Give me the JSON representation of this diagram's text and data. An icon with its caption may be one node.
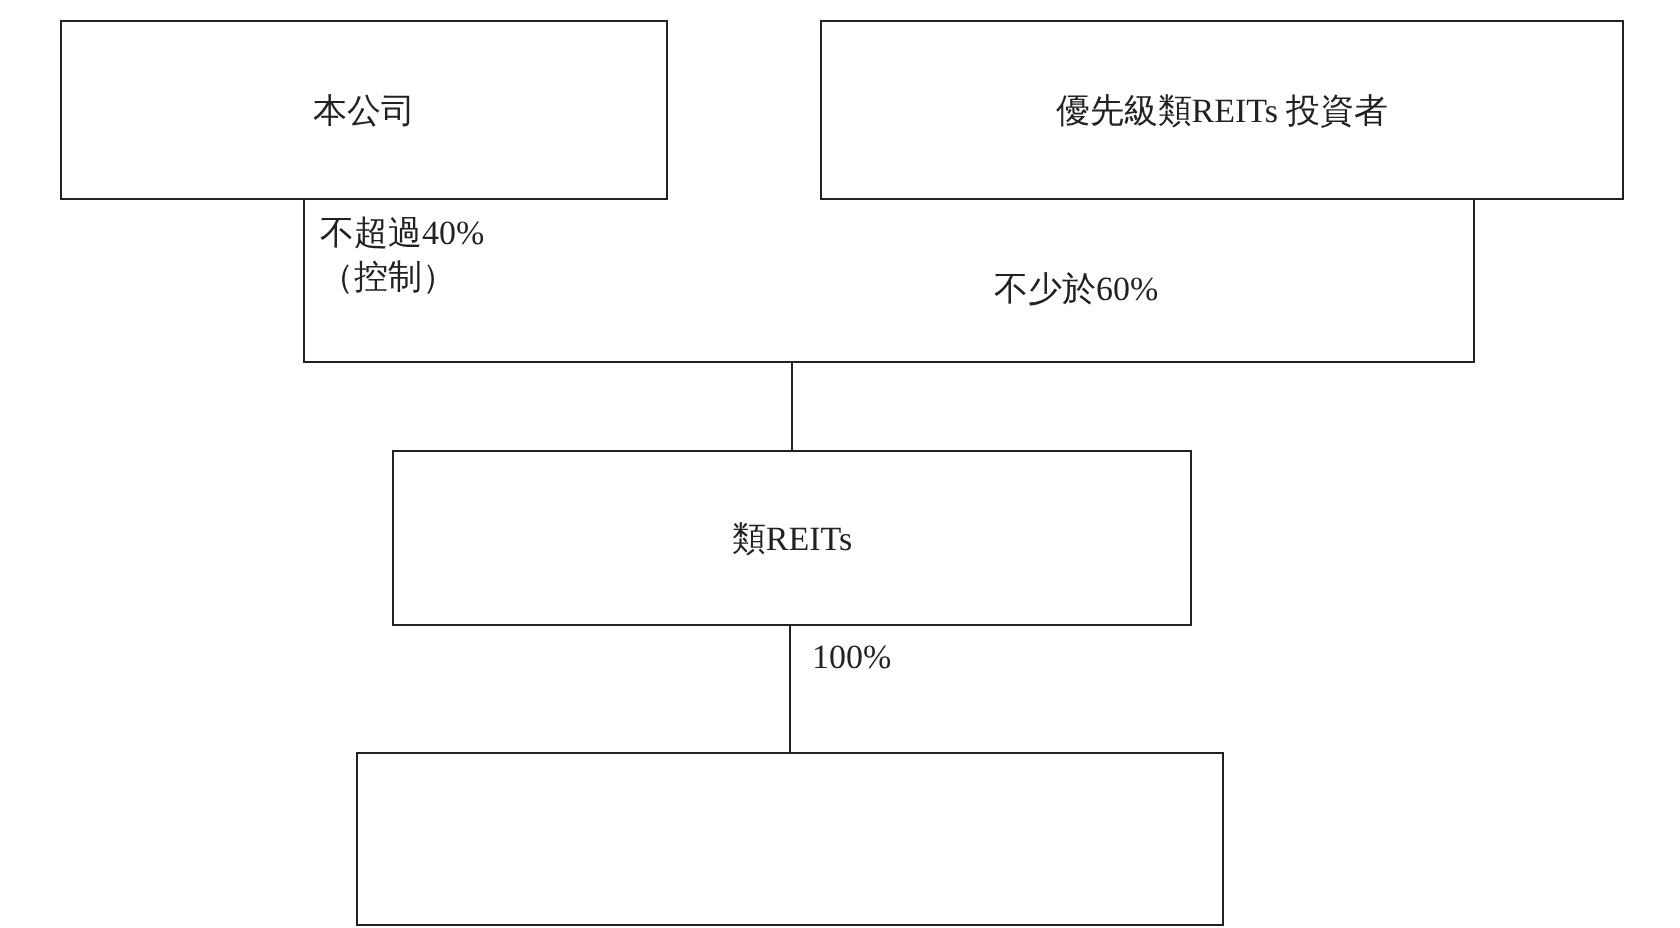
{
  "diagram": {
    "nodes": [
      {
        "text": [
          "本公司"
        ]
      },
      {
        "text": [
          "優先級類REITs 投資者"
        ]
      },
      {
        "text": [
          "類REITs"
        ]
      },
      {
        "text": [],
        "shape": "box"
      }
    ],
    "edges": [
      {
        "from": 0,
        "to": 2,
        "arrow": "none",
        "label": "不超過40% （控制）"
      },
      {
        "from": 1,
        "to": 2,
        "arrow": "none",
        "label": "不少於60%"
      },
      {
        "from": 2,
        "to": 3,
        "arrow": "none",
        "label": "100%"
      }
    ]
  }
}
